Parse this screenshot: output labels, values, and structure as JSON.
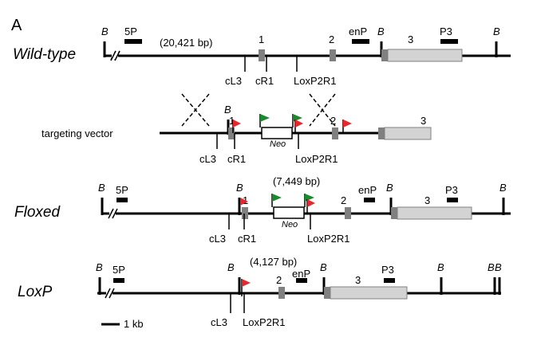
{
  "panel_letter": "A",
  "colors": {
    "line": "#000000",
    "exon": "#808080",
    "big_exon": "#d3d3d3",
    "loxp": "#e8262b",
    "frt": "#1a8a2e"
  },
  "restriction_label": "B",
  "exon_labels": [
    "1",
    "2",
    "3"
  ],
  "probes": {
    "p5": "5P",
    "enp": "enP",
    "p3": "P3"
  },
  "primers": {
    "cl3": "cL3",
    "cr1": "cR1",
    "loxp2r1": "LoxP2R1"
  },
  "neo_label": "Neo",
  "alleles": {
    "wildtype": {
      "label": "Wild-type",
      "size": "(20,421 bp)"
    },
    "targeting": {
      "label": "targeting vector"
    },
    "floxed": {
      "label": "Floxed",
      "size": "(7,449 bp)"
    },
    "loxp": {
      "label": "LoxP",
      "size": "(4,127 bp)"
    }
  },
  "scale_bar": {
    "label": "1 kb"
  }
}
